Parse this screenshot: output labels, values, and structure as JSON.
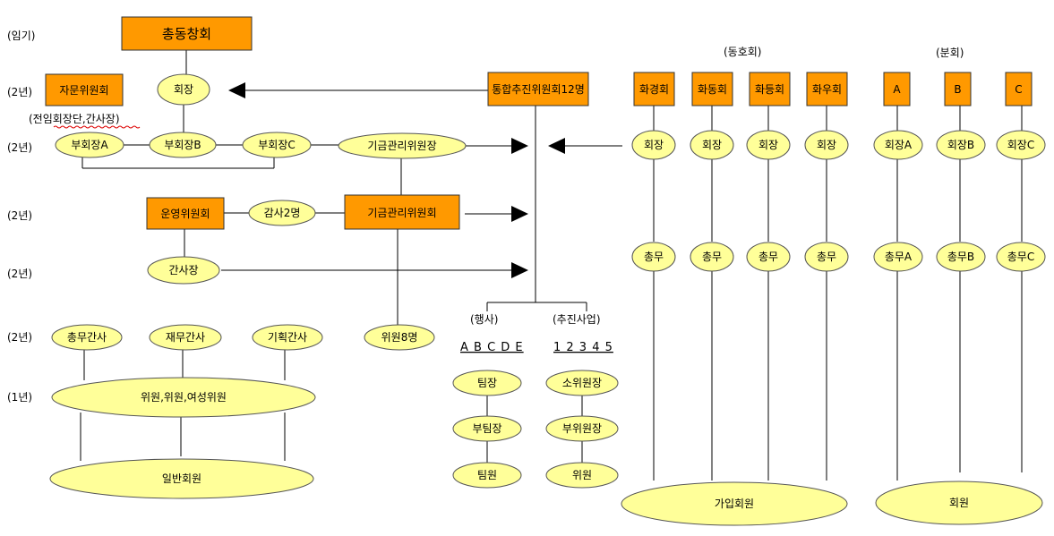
{
  "terms": {
    "t_impl": "(임기)",
    "t2a": "(2년)",
    "t2b": "(2년)",
    "t2c": "(2년)",
    "t2d": "(2년)",
    "t2e": "(2년)",
    "t1": "(1년)"
  },
  "boxes": {
    "general_assembly": "총동창회",
    "advisory": "자문위원회",
    "integration": "통합추진위원회12명",
    "operation": "운영위원회",
    "fund_committee": "기금관리위원회",
    "club1": "화경회",
    "club2": "화동회",
    "club3": "화등회",
    "club4": "화우회",
    "branchA": "A",
    "branchB": "B",
    "branchC": "C"
  },
  "ovals": {
    "president": "회장",
    "vpA": "부회장A",
    "vpB": "부회장B",
    "vpC": "부회장C",
    "fund_chair": "기금관리위원장",
    "auditors": "감사2명",
    "secretary_general": "간사장",
    "gen_affairs": "총무간사",
    "finance": "재무간사",
    "planning": "기획간사",
    "members8": "위원8명",
    "committee_members": "위원,위원,여성위원",
    "general_members": "일반회원",
    "team_lead": "팀장",
    "sub_team_lead": "부팀장",
    "team_member": "팀원",
    "sub_chair": "소위원장",
    "vice_chair": "부위원장",
    "member": "위원",
    "club_pres1": "회장",
    "club_pres2": "회장",
    "club_pres3": "회장",
    "club_pres4": "회장",
    "club_sec1": "총무",
    "club_sec2": "총무",
    "club_sec3": "총무",
    "club_sec4": "총무",
    "joined_members": "가입회원",
    "branch_presA": "회장A",
    "branch_presB": "회장B",
    "branch_presC": "회장C",
    "branch_secA": "총무A",
    "branch_secB": "총무B",
    "branch_secC": "총무C",
    "branch_members": "회원"
  },
  "labels": {
    "former_note": "(전임회장단,간사장)",
    "alumni_group": "(동호회)",
    "branch_group": "(분회)",
    "events": "(행사)",
    "projects": "(추진사업)",
    "events_list": "A B C D E",
    "projects_list": "1 2 3 4 5"
  },
  "colors": {
    "box_fill": "#ff9900",
    "oval_fill": "#ffff99"
  }
}
